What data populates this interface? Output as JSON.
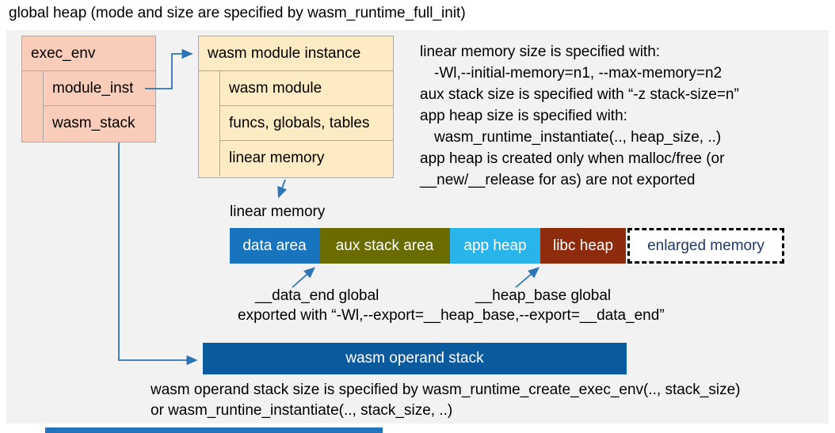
{
  "title": "global heap (mode and size are specified by wasm_runtime_full_init)",
  "exec_env_box": {
    "header": "exec_env",
    "rows": [
      "module_inst",
      "wasm_stack"
    ]
  },
  "module_instance_box": {
    "header": "wasm module instance",
    "rows": [
      "wasm module",
      "funcs, globals, tables",
      "linear memory"
    ]
  },
  "notes": {
    "lines": [
      "linear memory size is specified with:",
      "-Wl,--initial-memory=n1, --max-memory=n2",
      "aux stack size is specified with “-z stack-size=n”",
      "app heap size is specified with:",
      "wasm_runtime_instantiate(.., heap_size, ..)",
      "app heap is created only when malloc/free (or",
      "__new/__release for as) are not exported"
    ]
  },
  "linear_memory": {
    "label": "linear memory",
    "segments": [
      {
        "label": "data area",
        "color": "#1874be"
      },
      {
        "label": "aux stack area",
        "color": "#6b6c00"
      },
      {
        "label": "app heap",
        "color": "#29b5eb"
      },
      {
        "label": "libc heap",
        "color": "#8e2b0a"
      },
      {
        "label": "enlarged memory",
        "color": "#ffffff",
        "text_color": "#1f3864",
        "border": "dashed"
      }
    ],
    "data_end_label": "__data_end global",
    "heap_base_label": "__heap_base global",
    "export_note": "exported with “-Wl,--export=__heap_base,--export=__data_end”"
  },
  "operand_stack": {
    "label": "wasm operand stack",
    "note_line1": "wasm operand stack size is specified by wasm_runtime_create_exec_env(.., stack_size)",
    "note_line2": "or wasm_runtine_instantiate(.., stack_size, ..)"
  },
  "colors": {
    "panel_background": "#f2f2f2",
    "box_salmon": "#f9cdb9",
    "box_cream": "#fcebc3",
    "box_border": "#a9a9a9",
    "arrow_blue": "#2e75b6",
    "operand_stack_blue": "#0c5a9e",
    "enlarged_text_navy": "#1f3864"
  }
}
